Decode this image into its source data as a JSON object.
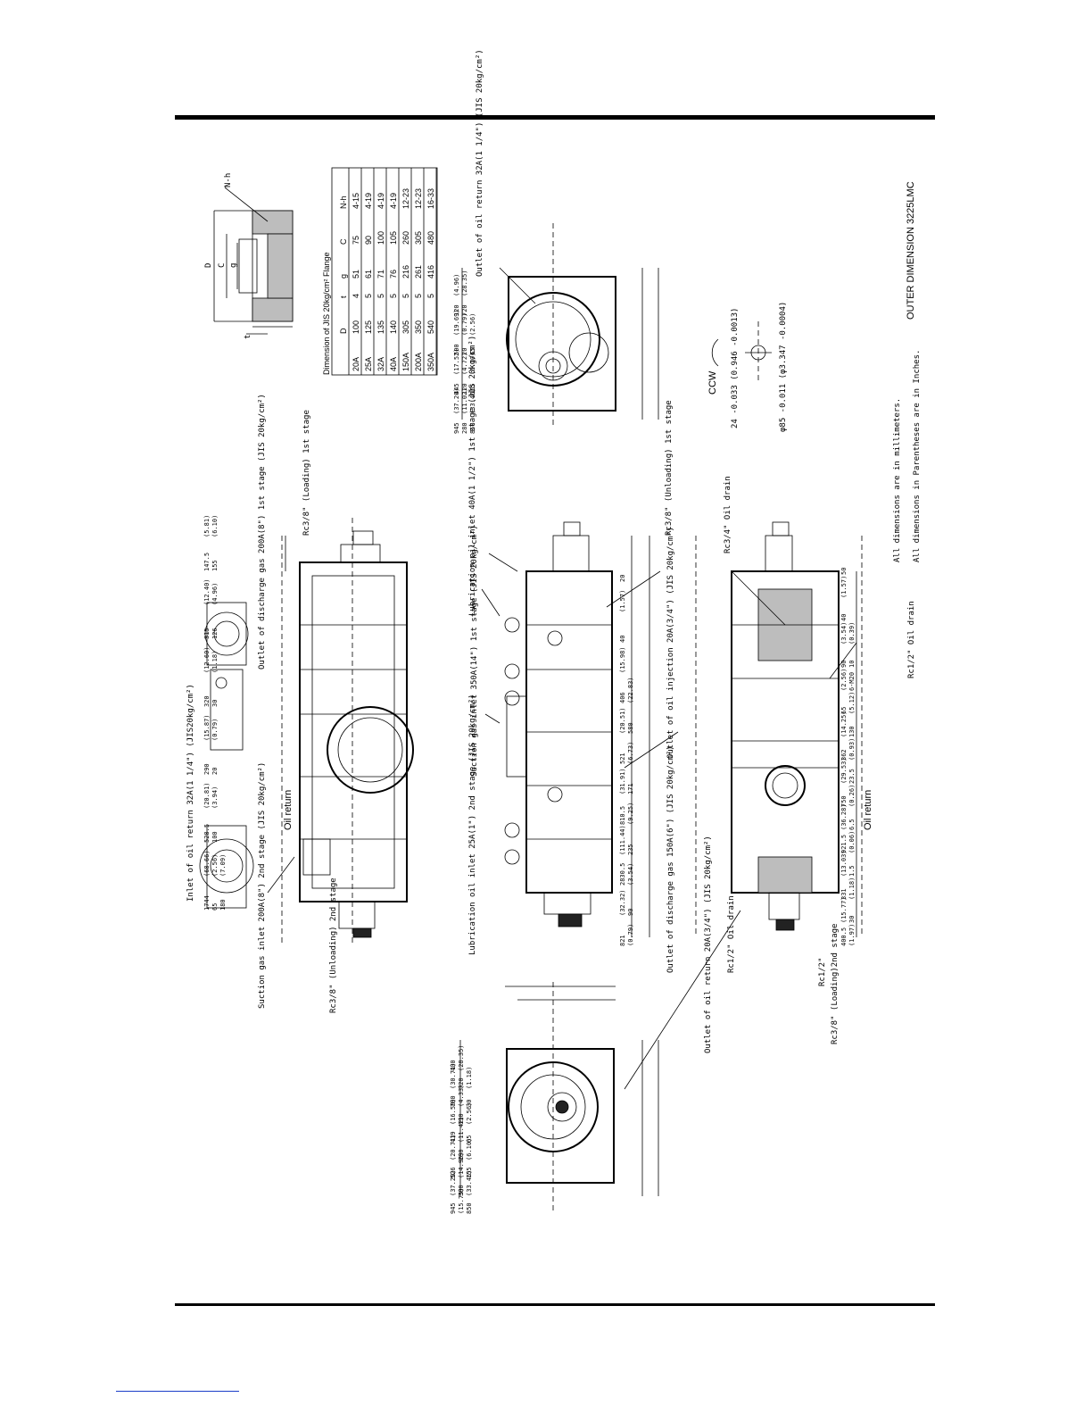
{
  "labels": {
    "inlet_oil_return_32a": "Inlet of oil return 32A(1 1/4\") (JIS20kg/cm²)",
    "outlet_discharge_200a": "Outlet of discharge gas 200A(8\") 1st stage (JIS 20kg/cm²)",
    "rc38_loading_1st": "Rc3/8\" (Loading) 1st stage",
    "oil_return_top": "Oil return",
    "suction_gas_inlet_200a": "Suction gas inlet 200A(8\") 2nd stage (JIS 20kg/cm²)",
    "rc38_unloading_2nd": "Rc3/8\" (Unloading) 2nd stage",
    "lube_oil_inlet_40a": "Lubrication oil inlet 40A(1 1/2\") 1st stage (JIS 20kg/cm²)",
    "rc38_unloading_1st": "Rc3/8\" (Unloading) 1st stage",
    "suction_gas_inlet_350a": "Suction gas inlet 350A(14\") 1st stage (JIS 20kg/cm²)",
    "outlet_oil_injection_20a": "Outlet of oil injection 20A(3/4\") (JIS 20kg/cm²)",
    "lube_oil_inlet_25a": "Lubrication oil inlet 25A(1\") 2nd stage (JIS 20kg/cm²)",
    "outlet_discharge_150a": "Outlet of discharge gas 150A(6\") (JIS 20kg/cm²)",
    "rc34_oil_drain": "Rc3/4\" Oil drain",
    "rc12_oil_drain_a": "Rc1/2\" Oil drain",
    "rc12_oil_drain_b": "Rc1/2\" Oil drain",
    "oil_return_bottom": "Oil return",
    "outlet_oil_return_20a": "Outlet of oil return 20A(3/4\") (JIS 20kg/cm²)",
    "rc12": "Rc1/2\"",
    "rc38_loading_2nd": "Rc3/8\" (Loading)2nd stage",
    "outlet_oil_return_32a": "Outlet of oil return 32A(1 1/4\") (JIS 20kg/cm²)",
    "ccw": "CCW",
    "shaft_dim_mm": "24 -0.033 (0.946 -0.0013)",
    "shaft_dia_mm": "φ85 -0.011 (φ3.347 -0.0004)",
    "notes_mm": "All dimensions are in millimeters.",
    "notes_in": "All dimensions in Parentheses are in Inches.",
    "drawing_title": "OUTER DIMENSION 3225LMC"
  },
  "flange_table": {
    "title": "Dimension of JIS 20kg/cm² Flange",
    "headers": [
      "",
      "D",
      "t",
      "g",
      "C",
      "N-h"
    ],
    "rows": [
      [
        "20A",
        "100",
        "4",
        "51",
        "75",
        "4-15"
      ],
      [
        "25A",
        "125",
        "5",
        "61",
        "90",
        "4-19"
      ],
      [
        "32A",
        "135",
        "5",
        "71",
        "100",
        "4-19"
      ],
      [
        "40A",
        "140",
        "5",
        "76",
        "105",
        "4-19"
      ],
      [
        "150A",
        "305",
        "5",
        "216",
        "260",
        "12-23"
      ],
      [
        "200A",
        "350",
        "5",
        "261",
        "305",
        "12-23"
      ],
      [
        "350A",
        "540",
        "5",
        "416",
        "480",
        "16-33"
      ]
    ]
  },
  "flange_sketch": {
    "label_d": "D",
    "label_c": "C",
    "label_g": "g",
    "label_t": "t",
    "label_nh": "N-h"
  },
  "dims": {
    "top_view": [
      "1744",
      "(68.66)",
      "528.5",
      "(20.81)",
      "290",
      "(15.87)",
      "320",
      "(12.60)",
      "315",
      "(12.40)",
      "147.5",
      "(5.81)",
      "65",
      "(2.56)",
      "100",
      "(3.94)",
      "20",
      "(0.79)",
      "30",
      "(1.18)",
      "126",
      "(4.96)",
      "155",
      "(6.10)",
      "180",
      "(7.09)"
    ],
    "end_view_top": [
      "945",
      "(37.20)",
      "445",
      "(17.52)",
      "500",
      "(19.69)",
      "120",
      "(4.96)",
      "280",
      "(11.02)",
      "120",
      "(4.72)",
      "20",
      "(0.79)",
      "720",
      "(28.35)",
      "850",
      "(33.46)",
      "155",
      "(6.10)",
      "65",
      "(2.56)"
    ],
    "end_view_bottom": [
      "945",
      "(37.20)",
      "526",
      "(20.71)",
      "419",
      "(16.50)",
      "780",
      "(30.71)",
      "400",
      "(15.75)",
      "380",
      "(14.96)",
      "290",
      "(11.42)",
      "110",
      "(4.33)",
      "720",
      "(28.35)",
      "850",
      "(33.46)",
      "155",
      "(6.10)",
      "65",
      "(2.56)",
      "30",
      "(1.18)"
    ],
    "side_view_mid": [
      "821",
      "(32.32)",
      "2830.5",
      "(111.44)",
      "810.5",
      "(31.91)",
      "521",
      "(20.51)",
      "406",
      "(15.98)",
      "40",
      "(1.57)",
      "20",
      "(0.79)",
      "90",
      "(3.54)",
      "235",
      "(9.25)",
      "171",
      "(6.73)",
      "580",
      "(22.83)"
    ],
    "side_view_bottom": [
      "400.5",
      "(15.77)",
      "331",
      "(13.03)",
      "921.5",
      "(36.28)",
      "750",
      "(29.53)",
      "362",
      "(14.25)",
      "65",
      "(2.56)",
      "90",
      "(3.54)",
      "40",
      "(1.57)",
      "50",
      "(1.97)",
      "30",
      "(1.18)",
      "1.5",
      "(0.06)",
      "6.5",
      "(0.26)",
      "23.5",
      "(0.93)",
      "130",
      "(5.12)",
      "6-M20",
      "10",
      "(0.39)"
    ]
  }
}
